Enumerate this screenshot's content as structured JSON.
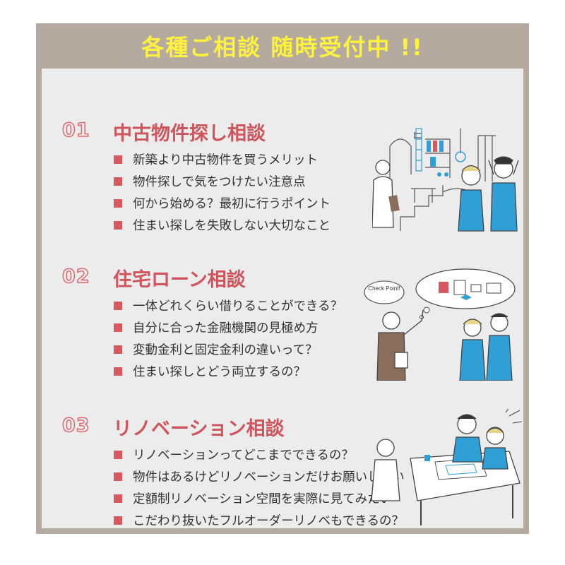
{
  "header": {
    "title": "各種ご相談  随時受付中 !!"
  },
  "colors": {
    "frame": "#b4aaa0",
    "panel": "#ececec",
    "title_yellow": "#fff23c",
    "accent_red": "#d9575f",
    "figure_blue": "#2f9fd6"
  },
  "sections": [
    {
      "number": "01",
      "title": "中古物件探し相談",
      "items": [
        "新築より中古物件を買うメリット",
        "物件探しで気をつけたい注意点",
        "何から始める？最初に行うポイント",
        "住まい探しを失敗しない大切なこと"
      ]
    },
    {
      "number": "02",
      "title": "住宅ローン相談",
      "items": [
        "一体どれくらい借りることができる？",
        "自分に合った金融機関の見極め方",
        "変動金利と固定金利の違いって？",
        "住まい探しとどう両立するの？"
      ]
    },
    {
      "number": "03",
      "title": "リノベーション相談",
      "items": [
        "リノベーションってどこまでできるの？",
        "物件はあるけどリノベーションだけお願いしたい",
        "定額制リノベーション空間を実際に見てみたい",
        "こだわり抜いたフルオーダーリノベもできるの？"
      ]
    }
  ],
  "illustrations": {
    "checkpoint_bubble": "Check Point!"
  }
}
